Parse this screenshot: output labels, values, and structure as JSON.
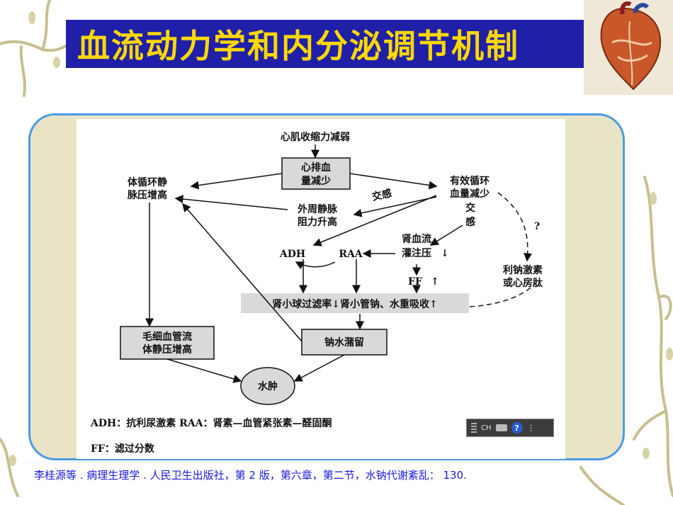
{
  "slide": {
    "title": "血流动力学和内分泌调节机制",
    "citation": "李桂源等 . 病理生理学 . 人民卫生出版社，第 2 版，第六章，第二节，水钠代谢紊乱： 130."
  },
  "diagram": {
    "nodes": {
      "myocardial": "心肌收缩力减弱",
      "cardiac_output_1": "心排血",
      "cardiac_output_2": "量减少",
      "systemic_vein_1": "体循环静",
      "systemic_vein_2": "脉压增高",
      "effective_volume_1": "有效循环",
      "effective_volume_2": "血量减少",
      "sympathetic_1": "交感",
      "sympathetic_2_a": "交",
      "sympathetic_2_b": "感",
      "peripheral_1": "外周静脉",
      "peripheral_2": "阻力升高",
      "renal_flow_1": "肾血流",
      "renal_flow_2": "灌注压",
      "adh": "ADH",
      "raa": "RAA",
      "ff": "FF",
      "question": "?",
      "natriuretic_1": "利钠激素",
      "natriuretic_2": "或心房肽",
      "gfr_bar": "肾小球过滤率↓肾小管钠、水重吸收↑",
      "capillary_1": "毛细血管流",
      "capillary_2": "体静压增高",
      "sodium_retention": "钠水潴留",
      "edema": "水肿"
    },
    "legend_line1": "ADH：抗利尿激素    RAA：肾素—血管紧张素—醛固酮",
    "legend_line2": "FF：滤过分数"
  },
  "ime_toolbar": {
    "lang": "CH",
    "help": "?"
  },
  "colors": {
    "title_bg": "#1f1fa8",
    "title_text": "#ffd800",
    "panel_bg": "#e9e4c6",
    "panel_border": "#4b9be8",
    "citation_text": "#1a1ae0"
  }
}
